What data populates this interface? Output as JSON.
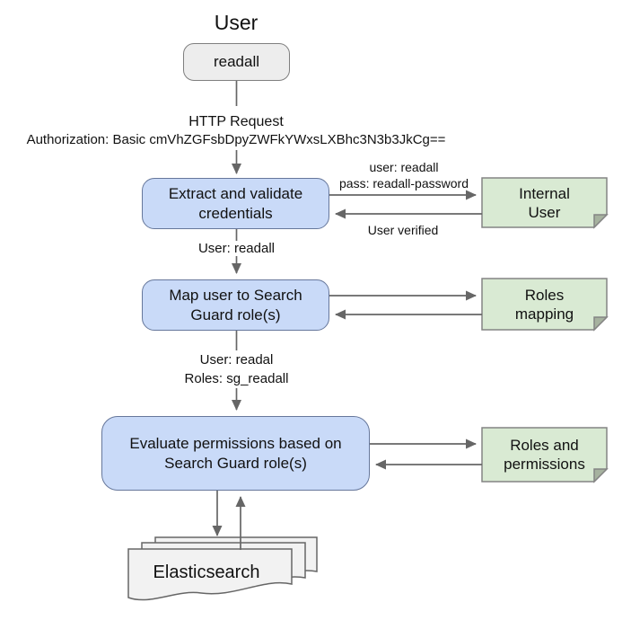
{
  "title": "User",
  "nodes": {
    "user_credential": "readall",
    "extract_validate": "Extract and validate\ncredentials",
    "map_roles": "Map user to Search\nGuard role(s)",
    "evaluate_permissions": "Evaluate permissions based on\nSearch Guard role(s)",
    "internal_user": "Internal\nUser",
    "roles_mapping": "Roles\nmapping",
    "roles_permissions": "Roles and\npermissions",
    "elasticsearch": "Elasticsearch"
  },
  "edge_labels": {
    "http_request": "HTTP Request",
    "authorization_header": "Authorization: Basic cmVhZGFsbDpyZWFkYWxsLXBhc3N3b3JkCg==",
    "credentials_check": "user: readall\npass: readall-password",
    "user_verified": "User verified",
    "extracted_user": "User: readall",
    "mapped_user_roles": "User: readal\nRoles: sg_readall"
  },
  "colors": {
    "process_fill": "#c9daf8",
    "process_border": "#66779b",
    "note_fill": "#d9ead3",
    "note_border": "#848484",
    "note_fold": "#a6b29f",
    "terminal_fill": "#ededed",
    "terminal_border": "#7f7f7f",
    "document_fill": "#f2f2f2",
    "document_border": "#666666",
    "arrow": "#666666",
    "text": "#111111"
  }
}
